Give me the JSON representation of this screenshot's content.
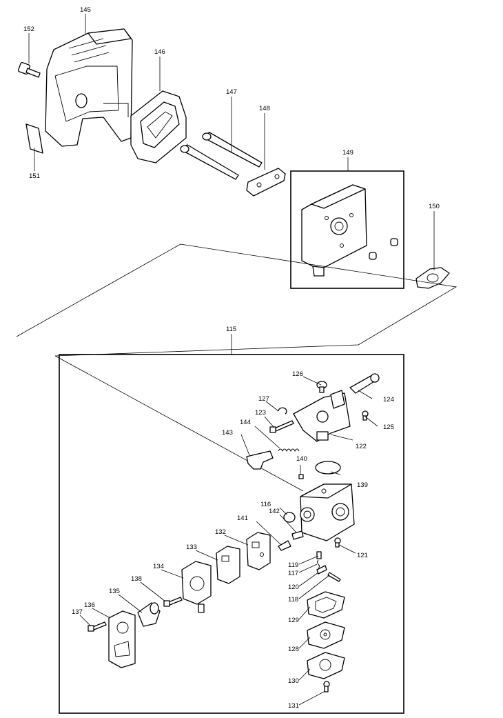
{
  "callouts": {
    "p115": "115",
    "p116": "116",
    "p117": "117",
    "p118": "118",
    "p119": "119",
    "p120": "120",
    "p121": "121",
    "p122": "122",
    "p123": "123",
    "p124": "124",
    "p125": "125",
    "p126": "126",
    "p127": "127",
    "p128": "128",
    "p129": "129",
    "p130": "130",
    "p131": "131",
    "p132": "132",
    "p133": "133",
    "p134": "134",
    "p135": "135",
    "p136": "136",
    "p137": "137",
    "p138": "138",
    "p139": "139",
    "p140": "140",
    "p141": "141",
    "p142": "142",
    "p143": "143",
    "p144": "144",
    "p145": "145",
    "p146": "146",
    "p147": "147",
    "p148": "148",
    "p149": "149",
    "p150": "150",
    "p151": "151",
    "p152": "152"
  },
  "colors": {
    "line": "#000000",
    "background": "#ffffff",
    "shade": "#d9d9d9"
  }
}
